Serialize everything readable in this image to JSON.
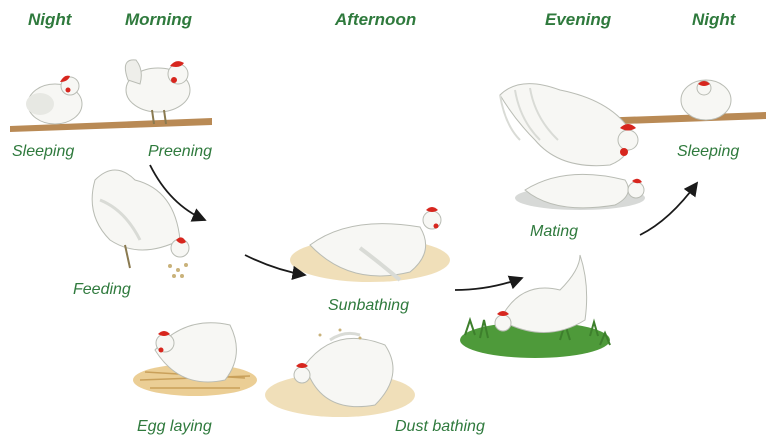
{
  "headings": {
    "night_start": "Night",
    "morning": "Morning",
    "afternoon": "Afternoon",
    "evening": "Evening",
    "night_end": "Night"
  },
  "activities": {
    "sleeping_start": "Sleeping",
    "preening": "Preening",
    "feeding": "Feeding",
    "egg_laying": "Egg laying",
    "sunbathing": "Sunbathing",
    "dust_bathing": "Dust bathing",
    "mating": "Mating",
    "sleeping_end": "Sleeping"
  },
  "colors": {
    "text_green": "#2f7a3d",
    "arrow": "#1a1a1a",
    "perch": "#b98a55",
    "hen_white": "#f7f7f4",
    "hen_shadow": "#d9dbd6",
    "comb_red": "#d7261e",
    "straw": "#e6c27a",
    "grass": "#4e9a3a",
    "sand": "#ecd7a8"
  }
}
